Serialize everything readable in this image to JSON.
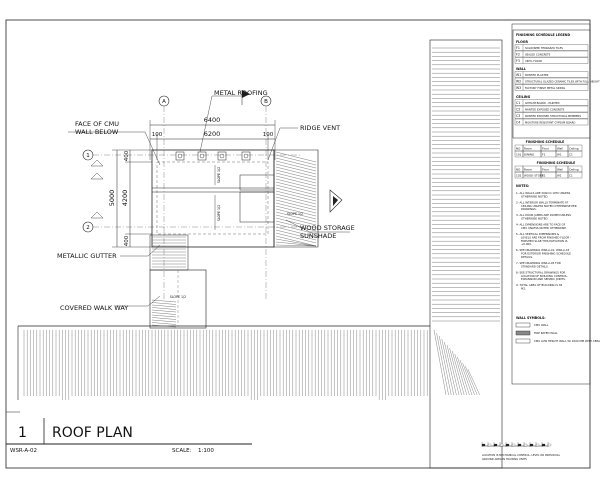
{
  "drawing": {
    "title_number": "1",
    "title": "ROOF PLAN",
    "scale_label": "SCALE:",
    "scale_value": "1:100",
    "sheet_id": "WSR-A-02"
  },
  "plan_labels": {
    "grid_a": "A",
    "grid_b": "B",
    "grid_1": "1",
    "grid_2": "2",
    "metal_roofing": "METAL ROOFING",
    "face_of_cmu_line1": "FACE OF CMU",
    "face_of_cmu_line2": "WALL BELOW",
    "ridge_vent": "RIDGE VENT",
    "wood_storage_line1": "WOOD STORAGE",
    "wood_storage_line2": "SUNSHADE",
    "metallic_gutter": "METALLIC GUTTER",
    "covered_walk_way": "COVERED WALK WAY",
    "slope_main": "SLOPE 1/2",
    "slope_right": "SLOPE 1/2",
    "slope_walkway": "SLOPE 1/2"
  },
  "dimensions": {
    "overall_width": "6400",
    "inner_width": "6200",
    "left_offset": "100",
    "right_offset": "100",
    "overall_depth": "5000",
    "inner_depth": "4200",
    "top_offset": "400",
    "bottom_offset": "400"
  },
  "schedule": {
    "legend_title": "FINISHING SCHEDULE LEGEND",
    "floor_heading": "FLOOR",
    "floor_items": [
      {
        "code": "F1",
        "desc": "SOLID/SEMI TERRAZZO TILES"
      },
      {
        "code": "F2",
        "desc": "SEALED CONCRETE"
      },
      {
        "code": "F3",
        "desc": "VINYL FLOOR"
      }
    ],
    "wall_heading": "WALL",
    "wall_items": [
      {
        "code": "W1",
        "desc": "PAINTED PLASTER"
      },
      {
        "code": "W2",
        "desc": "STRUCTURAL GLAZED CERAMIC TILES WITH FULL HEIGHT"
      },
      {
        "code": "W3",
        "desc": "FACTORY FINISH METAL SIDING"
      }
    ],
    "ceiling_heading": "CEILING",
    "ceiling_items": [
      {
        "code": "C1",
        "desc": "GYPSUM BOARD - PAINTED"
      },
      {
        "code": "C2",
        "desc": "PAINTED EXPOSED CONCRETE"
      },
      {
        "code": "C3",
        "desc": "PAINTED EXPOSED STRUCTURAL MEMBERS"
      },
      {
        "code": "C4",
        "desc": "MOISTURE RESISTANT GYPSUM BOARD"
      }
    ],
    "table1_title": "FINISHING SCHEDULE",
    "table2_title": "FINISHING SCHEDULE",
    "table_headers": [
      "NO",
      "Room",
      "Floor",
      "Wall",
      "Ceiling"
    ],
    "table1_row": [
      "101",
      "DINING",
      "F1",
      "W1",
      "C1"
    ],
    "table2_row": [
      "102",
      "WOOD STORE",
      "F2",
      "W1",
      "C1"
    ],
    "notes_heading": "NOTES:",
    "notes": [
      "1- ALL WALLS ARE 200mm CMU UNLESS OTHERWISE NOTED.",
      "2- ALL INTERIOR WALLS TERMINATE AT CEILING UNLESS NOTED OTHERWISE PER DRAWINGS.",
      "3- ALL DOOR JAMBS ARE 200MM UNLESS OTHERWISE NOTED.",
      "4- ALL DIMENSIONS ARE TO FACE OF CMU UNLESS NOTED OTHERWISE.",
      "5- ALL VERTICAL DIMENSIONS & LEVELS ARE FROM FINISHED FLOOR - FINISHED SLAB THIS ELEVATION IS +0.000.",
      "6- SEE DRAWINGS WSR-A-01, WSR-A-03 FOR EXTERIOR FINISHING SCHEDULE DETAILS.",
      "7- SEE DRAWINGS WSR-A-05 FOR STANDARD DETAILS.",
      "8- SEE STRUCTURAL DRAWINGS FOR LOCATION OF BUILDING CONTROL, EXPANSION AND SEISMIC JOINTS.",
      "9- TOTAL AREA OF BUILDING IS 36 M2."
    ],
    "wall_symbols_heading": "WALL SYMBOLS:",
    "wall_symbols": [
      "CMU WALL",
      "FIRE RATED WALL",
      "CMU LOW HEIGHT WALL W/ 2000 MM WITH CERAMIC TILE FINISH"
    ],
    "scale_bar_note_line1": "LOCATION IS MECHANICAL CONTROL, LEVEL OR INDIVIDUAL",
    "scale_bar_note_line2": "GROUND AREA IN HOUSING UNITS"
  }
}
